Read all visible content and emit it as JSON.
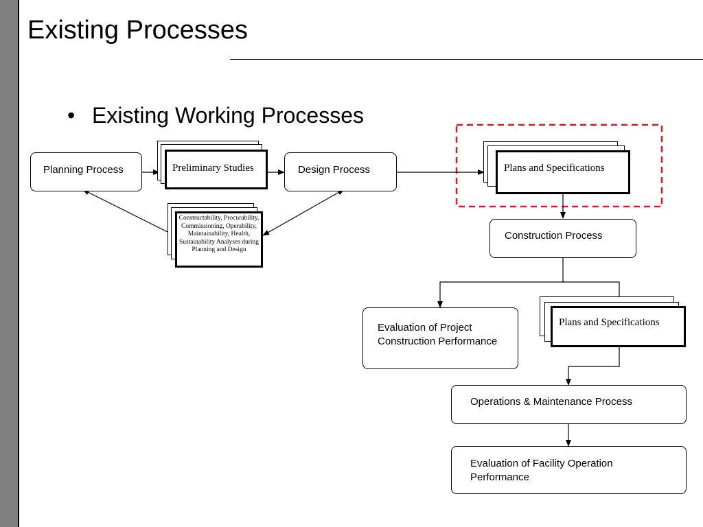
{
  "slide": {
    "title": "Existing Processes",
    "bullet_marker": "•",
    "bullet_text": "Existing Working Processes"
  },
  "nodes": {
    "planning": "Planning Process",
    "preliminary_studies": "Preliminary Studies",
    "design": "Design Process",
    "plans_specs_top": "Plans and Specifications",
    "analyses": "Constructability, Procurability, Commissioning, Operability, Maintainability, Health, Sustainability Analyses during Planning and Design",
    "construction": "Construction Process",
    "eval_construction_line1": "Evaluation of Project",
    "eval_construction_line2": "Construction Performance",
    "plans_specs_lower": "Plans and Specifications",
    "operations": "Operations & Maintenance Process",
    "eval_facility_line1": "Evaluation of Facility Operation",
    "eval_facility_line2": "Performance"
  },
  "colors": {
    "highlight_dash": "#e8141b",
    "side_bar": "#808080"
  }
}
